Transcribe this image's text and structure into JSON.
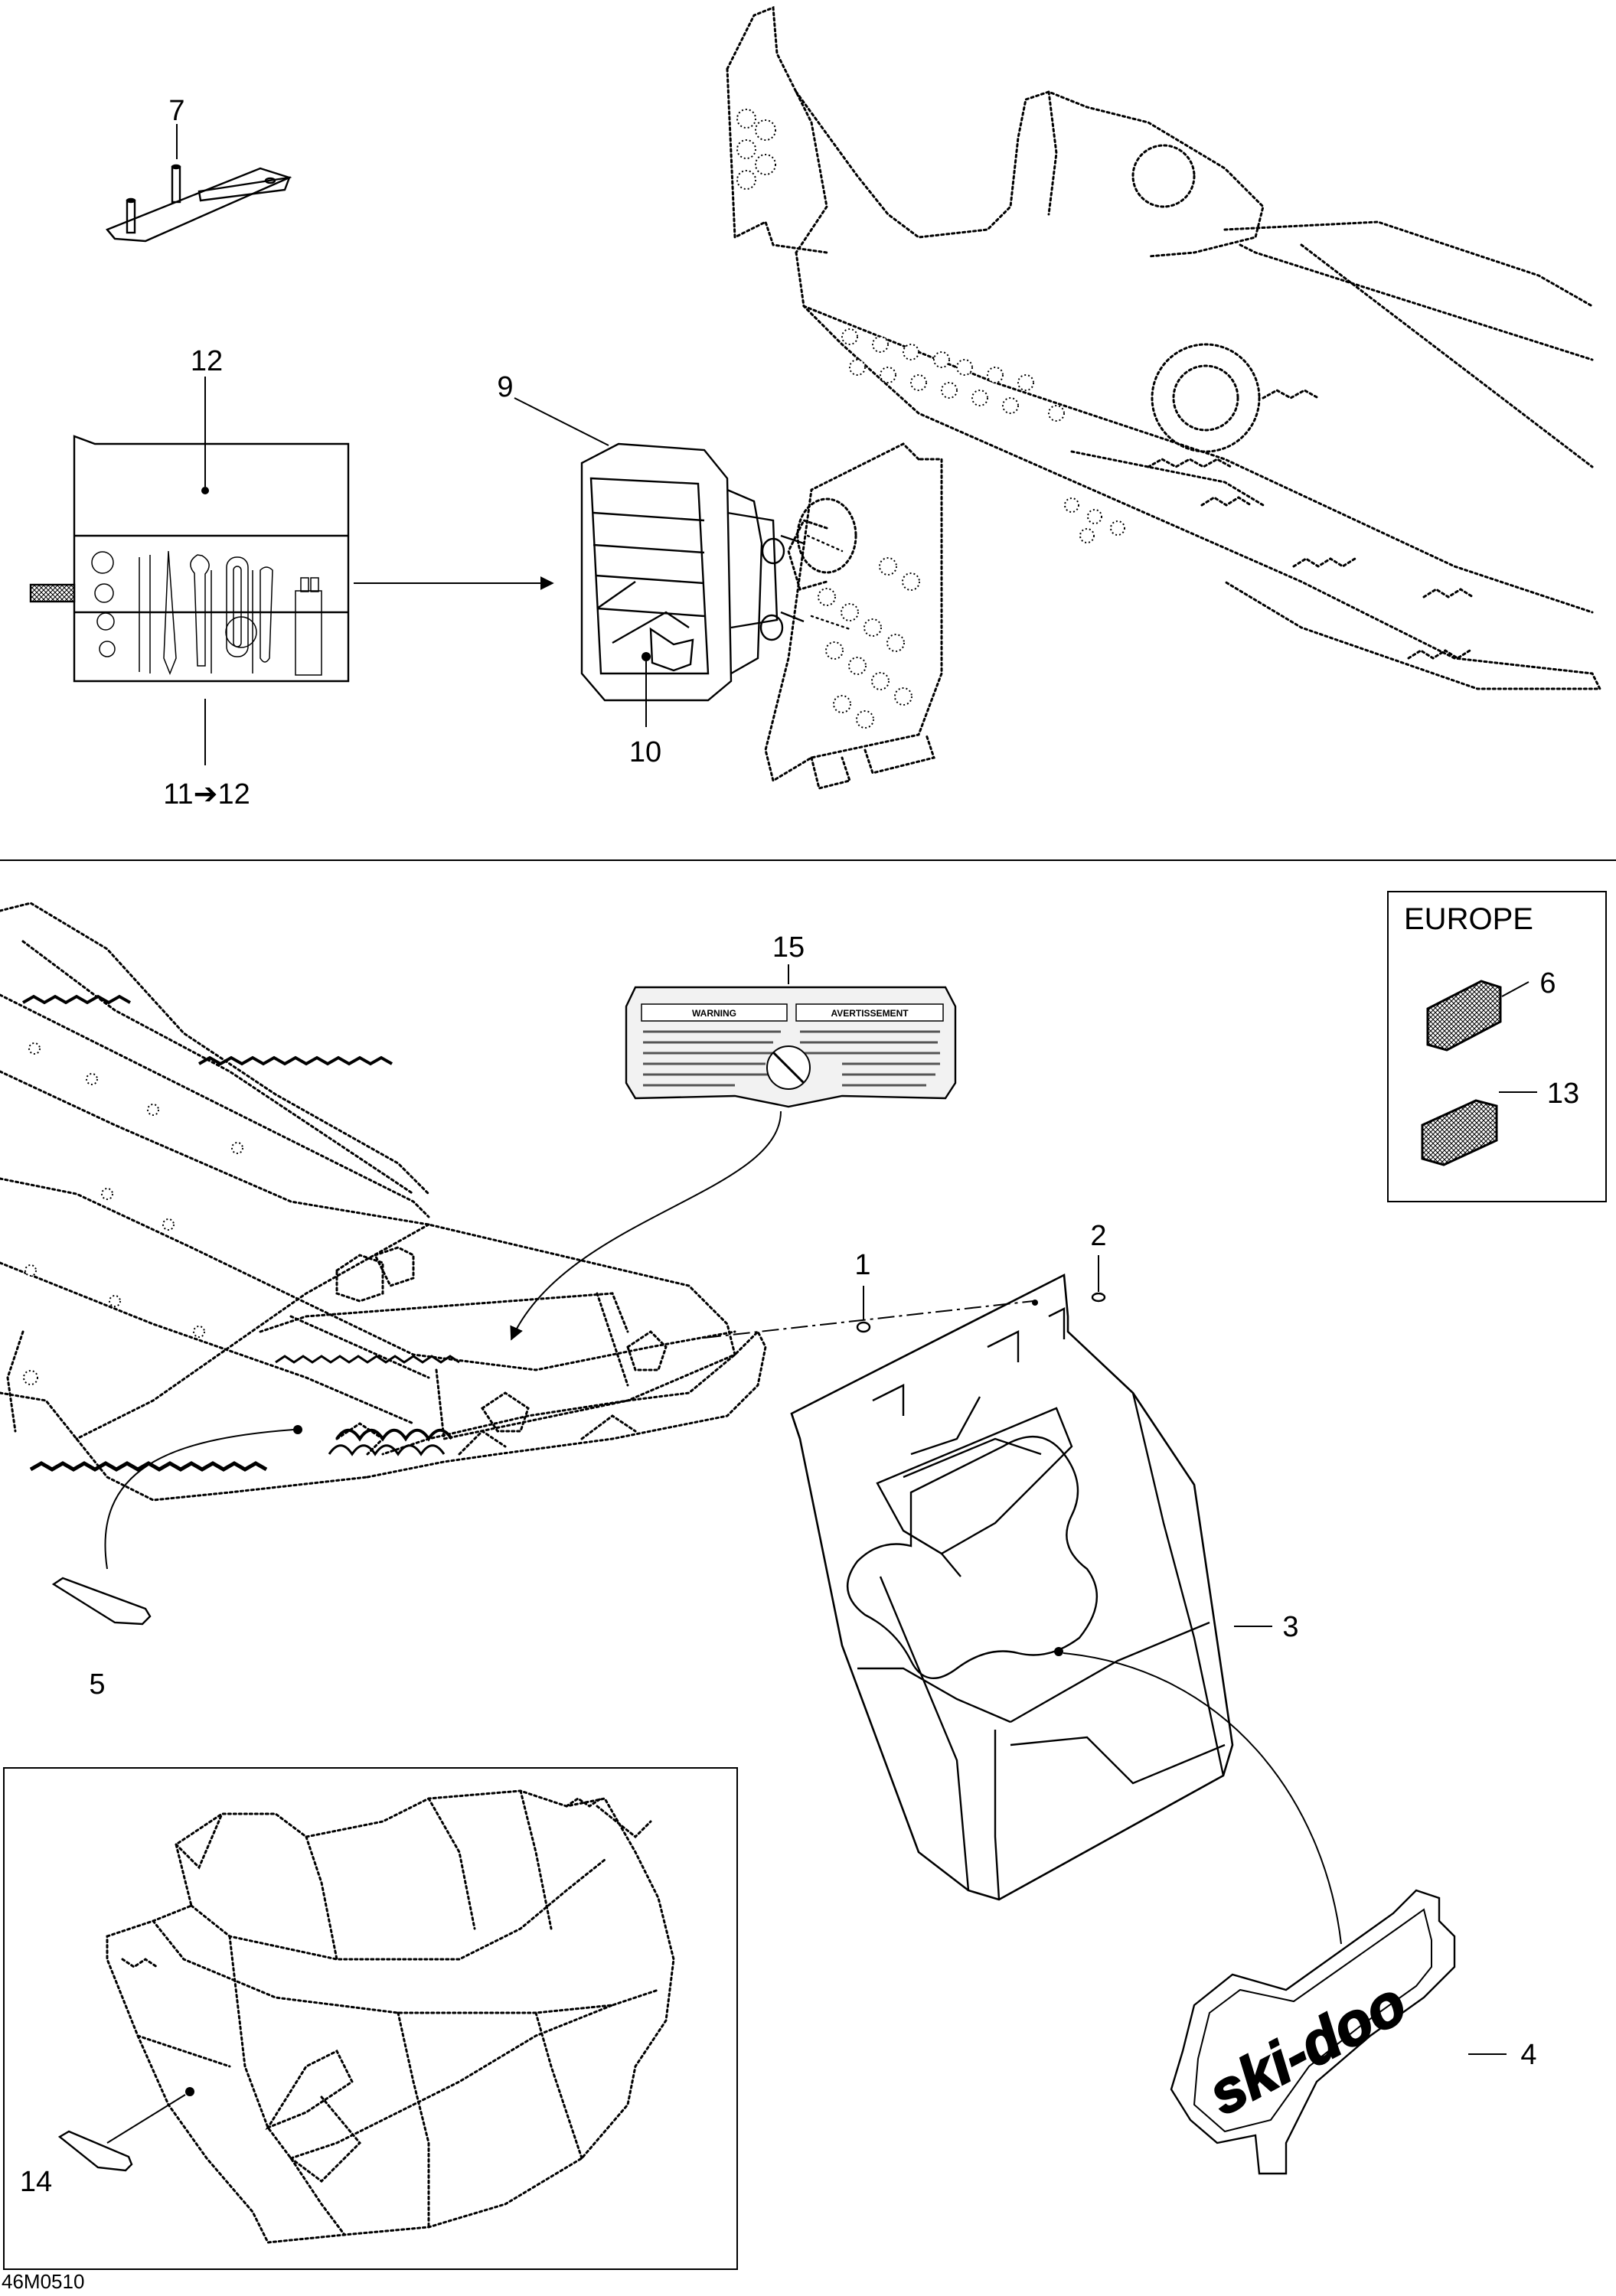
{
  "callouts": {
    "c1": "1",
    "c2": "2",
    "c3": "3",
    "c4": "4",
    "c5": "5",
    "c6": "6",
    "c7": "7",
    "c9": "9",
    "c10": "10",
    "c11_12": "11➔12",
    "c12": "12",
    "c13": "13",
    "c14": "14",
    "c15": "15"
  },
  "europe_label": "EUROPE",
  "figure_code": "46M0510",
  "decal_15": {
    "warning_heading": "WARNING",
    "avertissement_heading": "AVERTISSEMENT"
  },
  "logo_text": "ski-doo",
  "colors": {
    "line": "#000000",
    "background": "#ffffff",
    "decal_fill": "#e8e8e8"
  }
}
